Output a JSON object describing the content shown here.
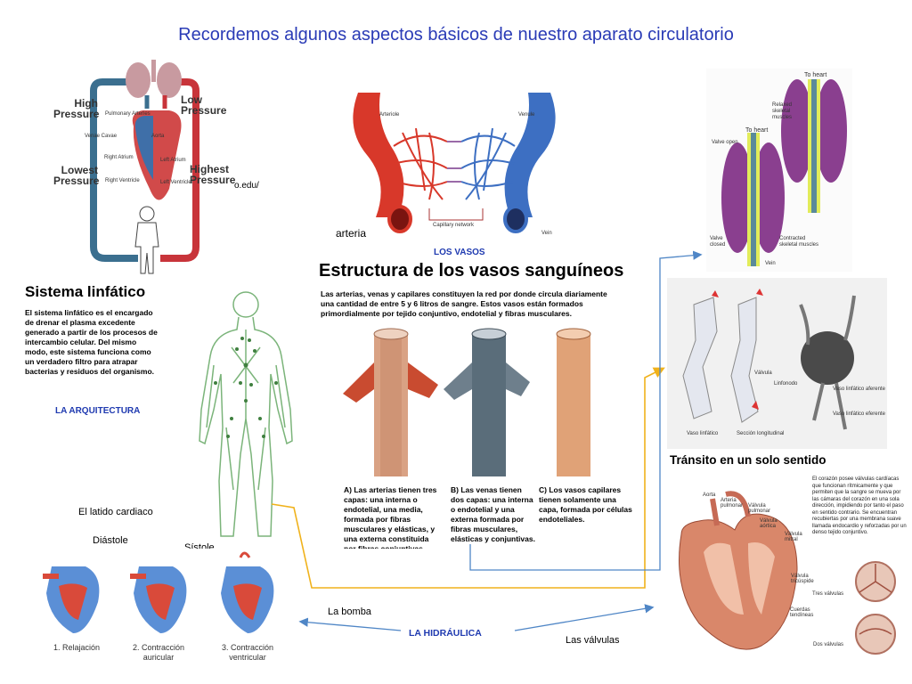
{
  "title": "Recordemos algunos aspectos básicos de nuestro aparato circulatorio",
  "circulation": {
    "high_pressure": "High Pressure",
    "low_pressure": "Low Pressure",
    "lowest_pressure": "Lowest Pressure",
    "highest_pressure": "Highest Pressure",
    "pulmonary_arteries": "Pulmonary Arteries",
    "venae_cavae": "Venae Cavae",
    "aorta": "Aorta",
    "right_atrium": "Right Atrium",
    "left_atrium": "Left Atrium",
    "right_ventricle": "Right Ventricle",
    "left_ventricle": "Left Ventricle",
    "url_fragment": "o.edu/"
  },
  "capillary_bed": {
    "arteriole": "Arteriole",
    "venule": "Venule",
    "capillary_network": "Capillary network",
    "vein": "Vein",
    "arteria": "arteria"
  },
  "los_vasos": "LOS VASOS",
  "vessels": {
    "heading": "Estructura de los vasos sanguíneos",
    "intro": "Las arterias, venas y capilares constituyen la red por donde circula diariamente una cantidad de entre 5 y 6 litros de sangre. Estos vasos están formados primordialmente por tejido conjuntivo, endotelial y fibras musculares.",
    "caption_a": "A) Las arterias tienen tres capas: una interna o endotelial, una media, formada por fibras musculares y elásticas, y una externa constituida por fibras conjuntivas",
    "caption_b": "B) Las venas tienen dos capas: una interna o endotelial y una externa formada por fibras musculares, elásticas y conjuntivas.",
    "caption_c": "C) Los vasos capilares tienen solamente una capa, formada por células endoteliales."
  },
  "lymph": {
    "heading": "Sistema linfático",
    "body": "El sistema linfático es el encargado de drenar el plasma excedente generado a partir de los procesos de intercambio celular. Del mismo modo, este sistema funciona como un verdadero filtro para atrapar bacterias y residuos del organismo.",
    "section": "LA ARQUITECTURA"
  },
  "muscle_pump": {
    "to_heart_1": "To heart",
    "to_heart_2": "To heart",
    "relaxed": "Relaxed skeletal muscles",
    "valve_open": "Valve open",
    "valve_closed": "Valve closed",
    "contracted": "Contracted skeletal muscles",
    "vein": "Vein"
  },
  "lymph_vessels": {
    "valvula": "Válvula",
    "linfonodo": "Linfonodo",
    "vaso_aferente": "Vaso linfático aferente",
    "vaso_eferente": "Vaso linfático eferente",
    "vaso_linfatico": "Vaso linfático",
    "seccion": "Sección longitudinal"
  },
  "transit": {
    "heading": "Tránsito en un solo sentido",
    "body": "El corazón posee válvulas cardíacas que funcionan rítmicamente y que permiten que la sangre se mueva por las cámaras del corazón en una sola dirección, impidiendo por tanto el paso en sentido contrario. Se encuentran recubiertas por una membrana suave llamada endocardio y reforzadas por un denso tejido conjuntivo.",
    "aorta": "Aorta",
    "arteria_pulmonar": "Arteria pulmonar",
    "valvula_pulmonar": "Válvula pulmonar",
    "valvula_aortica": "Válvula aórtica",
    "valvula_mitral": "Válvula mitral",
    "valvula_tricuspide": "Válvula tricúspide",
    "cuerdas": "Cuerdas tendíneas",
    "tres_valvulas": "Tres válvulas",
    "dos_valvulas": "Dos válvulas"
  },
  "heartbeat": {
    "heading": "El latido cardiaco",
    "diastole": "Diástole",
    "systole": "Sístole",
    "phase1": "1. Relajación",
    "phase2": "2. Contracción auricular",
    "phase3": "3. Contracción ventricular"
  },
  "bottom": {
    "la_bomba": "La bomba",
    "la_hidraulica": "LA HIDRÁULICA",
    "las_valvulas": "Las válvulas"
  },
  "colors": {
    "title": "#2a3bb6",
    "section_label": "#1f3ab0",
    "arterial": "#d8382a",
    "venous": "#3d6fc2",
    "connector_orange": "#f0b21c",
    "connector_blue": "#4f86c6"
  }
}
